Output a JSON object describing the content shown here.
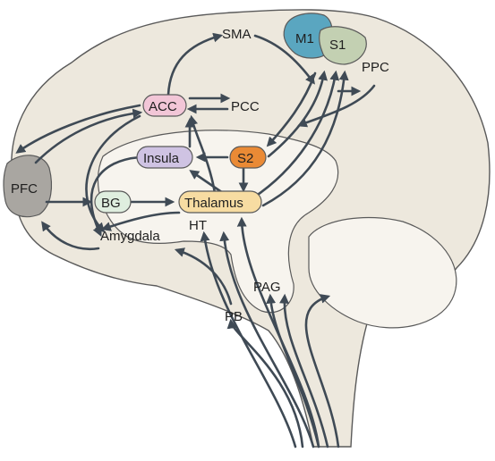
{
  "labels": {
    "sma": "SMA",
    "m1": "M1",
    "s1": "S1",
    "ppc": "PPC",
    "acc": "ACC",
    "pcc": "PCC",
    "insula": "Insula",
    "s2": "S2",
    "pfc": "PFC",
    "bg": "BG",
    "thalamus": "Thalamus",
    "ht": "HT",
    "amygdala": "Amygdala",
    "pag": "PAG",
    "pb": "PB"
  },
  "colors": {
    "brain": "#ede8dd",
    "inner_region": "#f7f4ee",
    "outline": "#5a5a5a",
    "arrows": "#3f4a55",
    "m1": "#5aa6c0",
    "s1": "#c3d0b2",
    "pfc": "#a9a6a1",
    "acc": "#f2c6d7",
    "insula": "#cfc3e3",
    "s2": "#ea8a35",
    "bg": "#dfeedf",
    "thalamus": "#f7dca2"
  }
}
